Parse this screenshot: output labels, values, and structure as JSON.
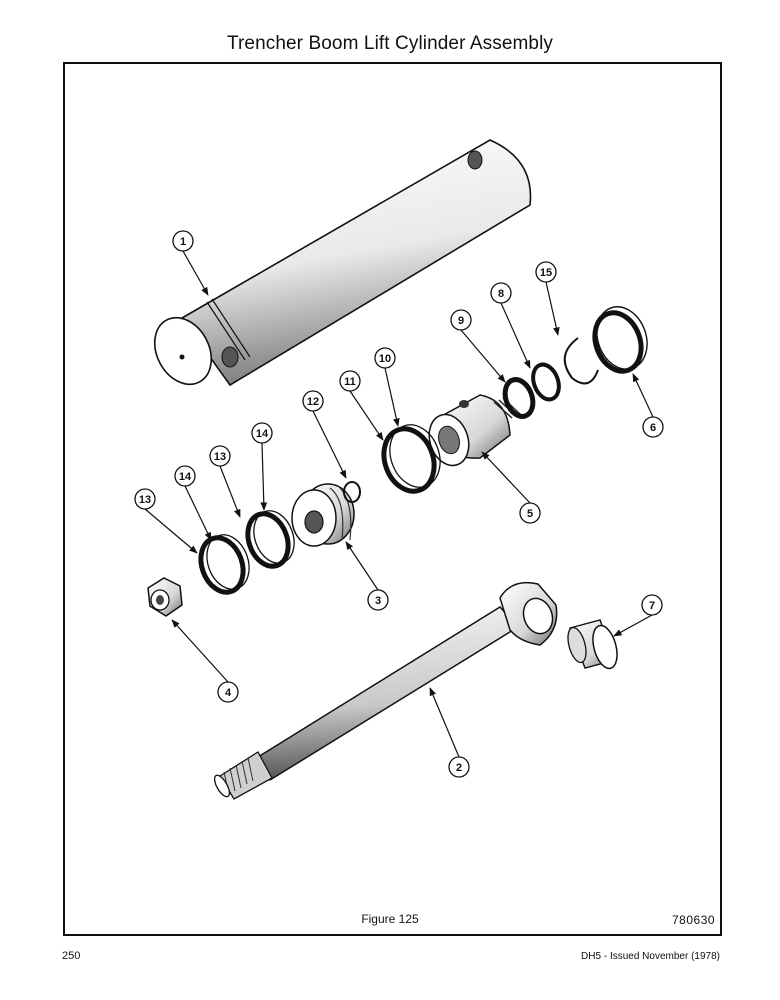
{
  "page": {
    "title": "Trencher Boom Lift Cylinder Assembly",
    "figure_caption": "Figure 125",
    "figure_code": "780630",
    "page_number": "250",
    "issue_text": "DH5 - Issued November (1978)"
  },
  "callouts": [
    {
      "id": "c1",
      "label": "1"
    },
    {
      "id": "c2",
      "label": "2"
    },
    {
      "id": "c3",
      "label": "3"
    },
    {
      "id": "c4",
      "label": "4"
    },
    {
      "id": "c5",
      "label": "5"
    },
    {
      "id": "c6",
      "label": "6"
    },
    {
      "id": "c7",
      "label": "7"
    },
    {
      "id": "c8",
      "label": "8"
    },
    {
      "id": "c9",
      "label": "9"
    },
    {
      "id": "c10",
      "label": "10"
    },
    {
      "id": "c11",
      "label": "11"
    },
    {
      "id": "c12",
      "label": "12"
    },
    {
      "id": "c13a",
      "label": "13"
    },
    {
      "id": "c13b",
      "label": "13"
    },
    {
      "id": "c14a",
      "label": "14"
    },
    {
      "id": "c14b",
      "label": "14"
    },
    {
      "id": "c15",
      "label": "15"
    }
  ]
}
